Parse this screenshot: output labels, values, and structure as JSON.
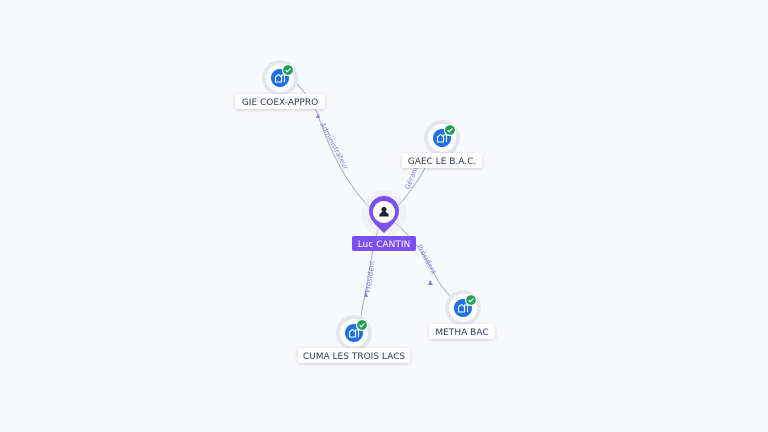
{
  "colors": {
    "background": "#f8f9fd",
    "company_blue": "#1f6fe5",
    "check_green": "#1e9e5a",
    "person_purple": "#7c4ff0",
    "edge": "#9aa0b4",
    "edge_label": "#8a7be0"
  },
  "center": {
    "label": "Luc CANTIN",
    "icon": "person-icon"
  },
  "companies": [
    {
      "id": "gie",
      "label": "GIE COEX-APPRO",
      "icon": "building-icon",
      "status_icon": "check-icon"
    },
    {
      "id": "gaec",
      "label": "GAEC LE B.A.C.",
      "icon": "building-icon",
      "status_icon": "check-icon"
    },
    {
      "id": "metha",
      "label": "METHA BAC",
      "icon": "building-icon",
      "status_icon": "check-icon"
    },
    {
      "id": "cuma",
      "label": "CUMA LES TROIS LACS",
      "icon": "building-icon",
      "status_icon": "check-icon"
    }
  ],
  "relations": [
    {
      "to": "gie",
      "label": "Administrateur"
    },
    {
      "to": "gaec",
      "label": "Gérant"
    },
    {
      "to": "metha",
      "label": "Président"
    },
    {
      "to": "cuma",
      "label": "Président"
    }
  ]
}
